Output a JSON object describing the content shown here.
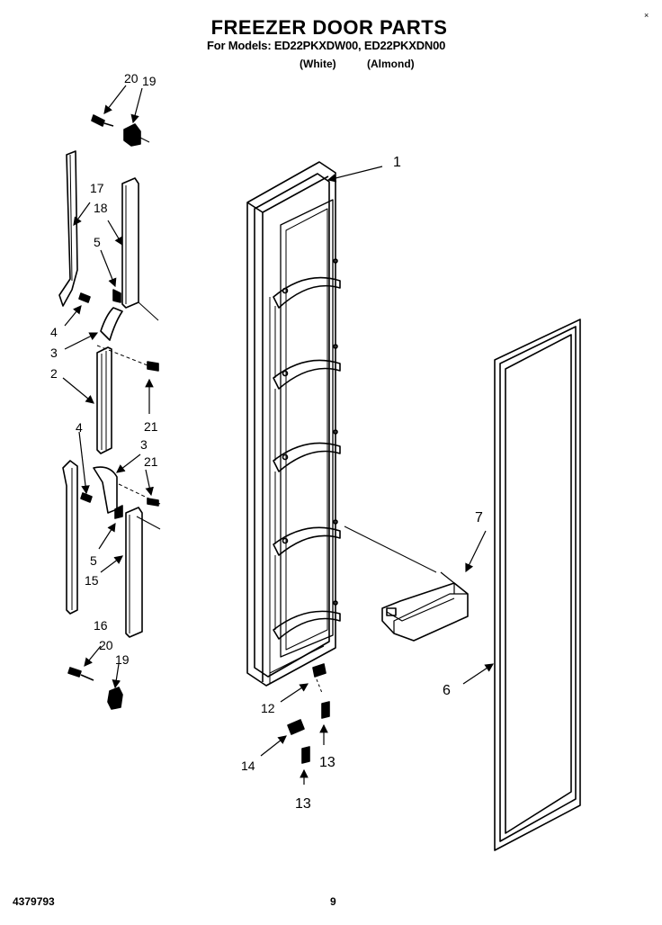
{
  "header": {
    "title": "FREEZER DOOR PARTS",
    "models_line": "For Models: ED22PKXDW00, ED22PKXDN00",
    "variant_white": "(White)",
    "variant_almond": "(Almond)",
    "corner_mark": "×"
  },
  "callouts": {
    "c1": "1",
    "c2": "2",
    "c3a": "3",
    "c3b": "3",
    "c4a": "4",
    "c4b": "4",
    "c5a": "5",
    "c5b": "5",
    "c6": "6",
    "c7": "7",
    "c12": "12",
    "c13a": "13",
    "c13b": "13",
    "c14": "14",
    "c15": "15",
    "c16": "16",
    "c17": "17",
    "c18": "18",
    "c19a": "19",
    "c19b": "19",
    "c20a": "20",
    "c20b": "20",
    "c21a": "21",
    "c21b": "21"
  },
  "footer": {
    "doc_number": "4379793",
    "page_number": "9"
  }
}
